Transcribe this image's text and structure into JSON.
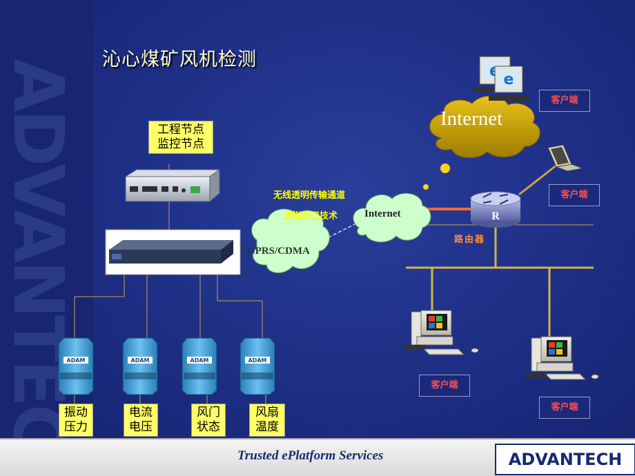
{
  "title": "沁心煤矿风机检测",
  "watermark": "ADVANTECH",
  "engineering_node": {
    "line1": "工程节点",
    "line2": "监控节点"
  },
  "wireless": {
    "line1": "无线透明传输通道",
    "line2": "虚拟串口技术"
  },
  "gprs_label": "GPRS/CDMA",
  "internet_small": "Internet",
  "internet_big": "Internet",
  "router_letter": "R",
  "router_label": "路由器",
  "adam_logo": "ADAM",
  "clients": [
    "客户端",
    "客户端",
    "客户端",
    "客户端"
  ],
  "sensors": [
    {
      "line1": "振动",
      "line2": "压力"
    },
    {
      "line1": "电流",
      "line2": "电压"
    },
    {
      "line1": "风门",
      "line2": "状态"
    },
    {
      "line1": "风扇",
      "line2": "温度"
    }
  ],
  "footer": {
    "tagline": "Trusted ePlatform Services",
    "logo": "ADVANTECH"
  },
  "colors": {
    "background": "#1e2f86",
    "label_yellow": "#ffff66",
    "client_text": "#ff4e4e",
    "cloud_green": "#ccffcc",
    "cloud_gold": "#c9a200",
    "line_orange": "#ff6a33"
  }
}
